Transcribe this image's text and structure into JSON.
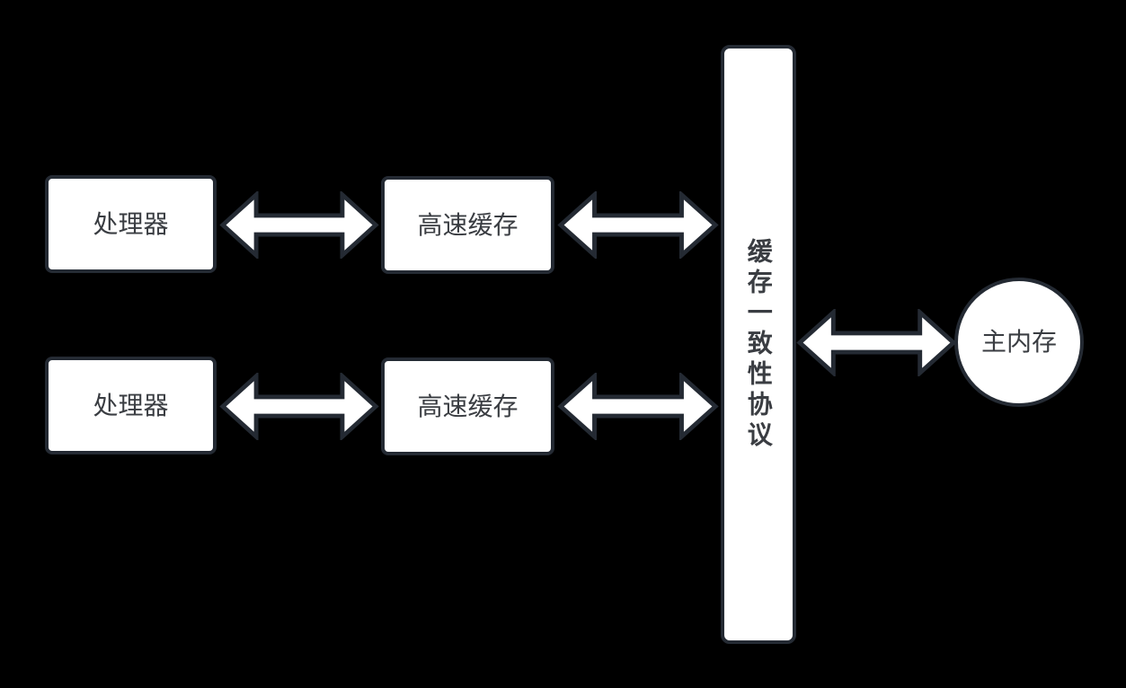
{
  "diagram": {
    "background_color": "#000000",
    "node_fill_color": "#ffffff",
    "node_border_color": "#242a33",
    "text_color": "#3a3d42",
    "nodes": {
      "processor_top": {
        "label": "处理器",
        "shape": "rounded-rect"
      },
      "processor_bottom": {
        "label": "处理器",
        "shape": "rounded-rect"
      },
      "cache_top": {
        "label": "高速缓存",
        "shape": "rounded-rect"
      },
      "cache_bottom": {
        "label": "高速缓存",
        "shape": "rounded-rect"
      },
      "protocol_bar": {
        "label": "缓存一致性协议",
        "shape": "tall-rounded-rect",
        "text_orientation": "vertical"
      },
      "main_memory": {
        "label": "主内存",
        "shape": "circle"
      }
    },
    "connectors": [
      {
        "from": "处理器 (上)",
        "to": "高速缓存 (上)",
        "type": "double-headed-arrow"
      },
      {
        "from": "高速缓存 (上)",
        "to": "缓存一致性协议",
        "type": "double-headed-arrow"
      },
      {
        "from": "处理器 (下)",
        "to": "高速缓存 (下)",
        "type": "double-headed-arrow"
      },
      {
        "from": "高速缓存 (下)",
        "to": "缓存一致性协议",
        "type": "double-headed-arrow"
      },
      {
        "from": "缓存一致性协议",
        "to": "主内存",
        "type": "double-headed-arrow"
      }
    ]
  }
}
